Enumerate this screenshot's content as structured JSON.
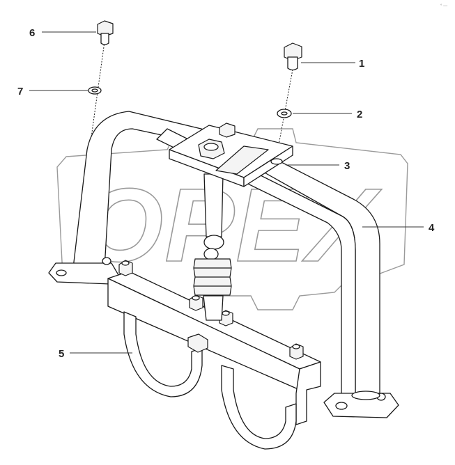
{
  "diagram": {
    "watermark_text": "OPEX",
    "corner_marker": "° —",
    "callouts": [
      {
        "id": "6",
        "label": "6"
      },
      {
        "id": "7",
        "label": "7"
      },
      {
        "id": "1",
        "label": "1"
      },
      {
        "id": "2",
        "label": "2"
      },
      {
        "id": "3",
        "label": "3"
      },
      {
        "id": "4",
        "label": "4"
      },
      {
        "id": "5",
        "label": "5"
      }
    ]
  },
  "colors": {
    "line": "#1a1a1a",
    "watermark": "#9a9a9a",
    "background": "#ffffff"
  }
}
